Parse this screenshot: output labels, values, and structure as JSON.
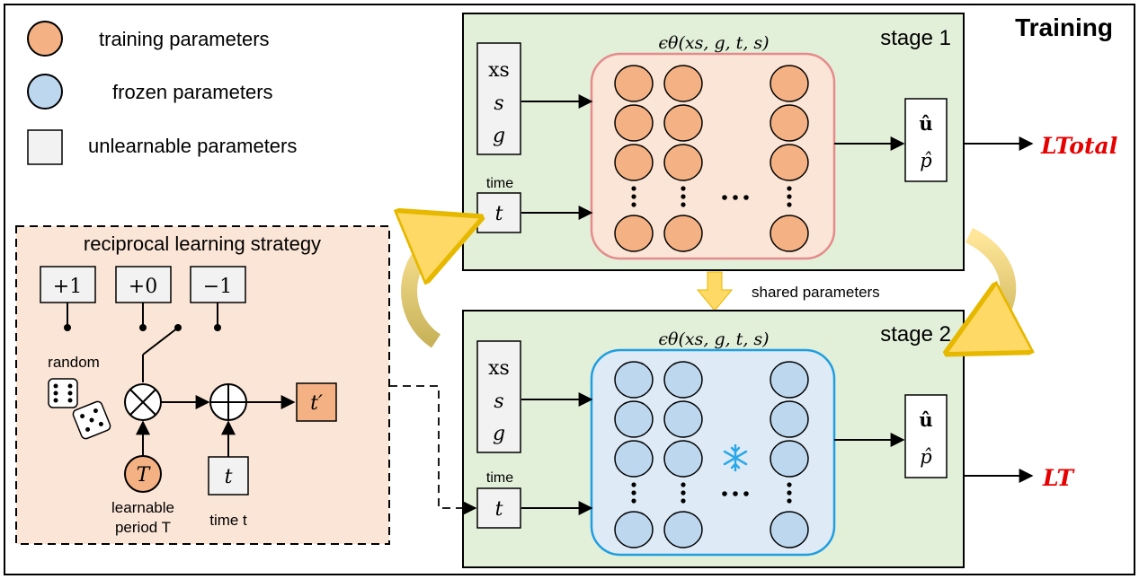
{
  "title": "Training",
  "legend": {
    "training": "training parameters",
    "frozen": "frozen parameters",
    "unlearnable": "unlearnable parameters"
  },
  "colors": {
    "training_fill": "#f4b183",
    "frozen_fill": "#bdd7ee",
    "unlearnable_fill": "#f2f2f2",
    "stage_bg": "#e2efd9",
    "strategy_bg": "#fbe5d6",
    "loss_red": "#e60000",
    "arrow_yellow": "#ffd966"
  },
  "stage1": {
    "label": "stage 1",
    "network": "ϵθ(xs, g, t, s)",
    "inputs": [
      "xs",
      "s",
      "g"
    ],
    "time_label": "time",
    "time_var": "t",
    "outputs": [
      "û",
      "p̂"
    ],
    "loss": "LTotal"
  },
  "stage2": {
    "label": "stage 2",
    "network": "ϵθ(xs, g, t, s)",
    "inputs": [
      "xs",
      "s",
      "g"
    ],
    "time_label": "time",
    "time_var": "t",
    "outputs": [
      "û",
      "p̂"
    ],
    "loss": "LT",
    "frozen_icon": "snowflake-icon"
  },
  "shared_label": "shared parameters",
  "strategy": {
    "title": "reciprocal learning strategy",
    "options": [
      "+1",
      "+0",
      "−1"
    ],
    "random_label": "random",
    "dice_icon": "dice-icon",
    "period_var": "T",
    "period_label_line1": "learnable",
    "period_label_line2": "period T",
    "time_var": "t",
    "time_label": "time t",
    "output_var": "t′"
  }
}
